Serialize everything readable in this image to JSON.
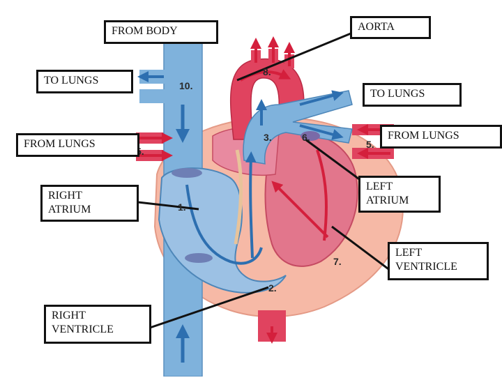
{
  "labels": {
    "from_body": "FROM BODY",
    "aorta": "AORTA",
    "to_lungs_left": "TO LUNGS",
    "to_lungs_right": "TO LUNGS",
    "from_lungs_left": "FROM LUNGS",
    "from_lungs_right": "FROM LUNGS",
    "right_atrium": [
      "RIGHT",
      "ATRIUM"
    ],
    "left_atrium": [
      "LEFT",
      "ATRIUM"
    ],
    "left_ventricle": [
      "LEFT",
      "VENTRICLE"
    ],
    "right_ventricle": [
      "RIGHT",
      "VENTRICLE"
    ]
  },
  "numbers": {
    "n1": "1.",
    "n2": "2.",
    "n3": "3.",
    "n5a": "5.",
    "n5b": "5.",
    "n6": "6.",
    "n7": "7.",
    "n8": "8.",
    "n10": "10."
  },
  "colors": {
    "deoxygenated_blue": "#7fb2dc",
    "oxygenated_red": "#e0435f",
    "heart_wall": "#f6b9a6",
    "arrow_blue": "#2d6fb0",
    "arrow_red": "#d41f3c"
  }
}
